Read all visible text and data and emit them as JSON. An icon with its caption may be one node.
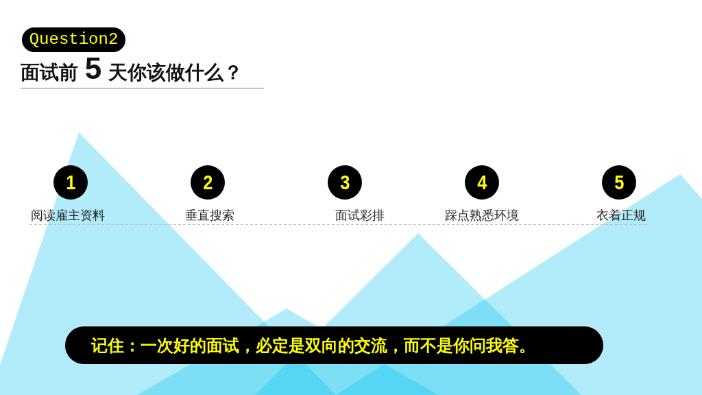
{
  "diagram": {
    "title": "面试前 **5** 天你该做什么？",
    "nodes": [
      {
        "text": [
          "Question2"
        ]
      },
      {
        "text": [
          "1"
        ],
        "beside": [
          "阅读雇主资料"
        ]
      },
      {
        "text": [
          "2"
        ],
        "beside": [
          "垂直搜索"
        ]
      },
      {
        "text": [
          "3"
        ],
        "beside": [
          "面试彩排"
        ]
      },
      {
        "text": [
          "4"
        ],
        "beside": [
          "踩点熟悉环境"
        ]
      },
      {
        "text": [
          "5"
        ],
        "beside": [
          "衣着正规"
        ]
      },
      {
        "text": [
          "记住：一次好的面试，必定是双向的交流，而不是你问我答。"
        ]
      }
    ]
  }
}
